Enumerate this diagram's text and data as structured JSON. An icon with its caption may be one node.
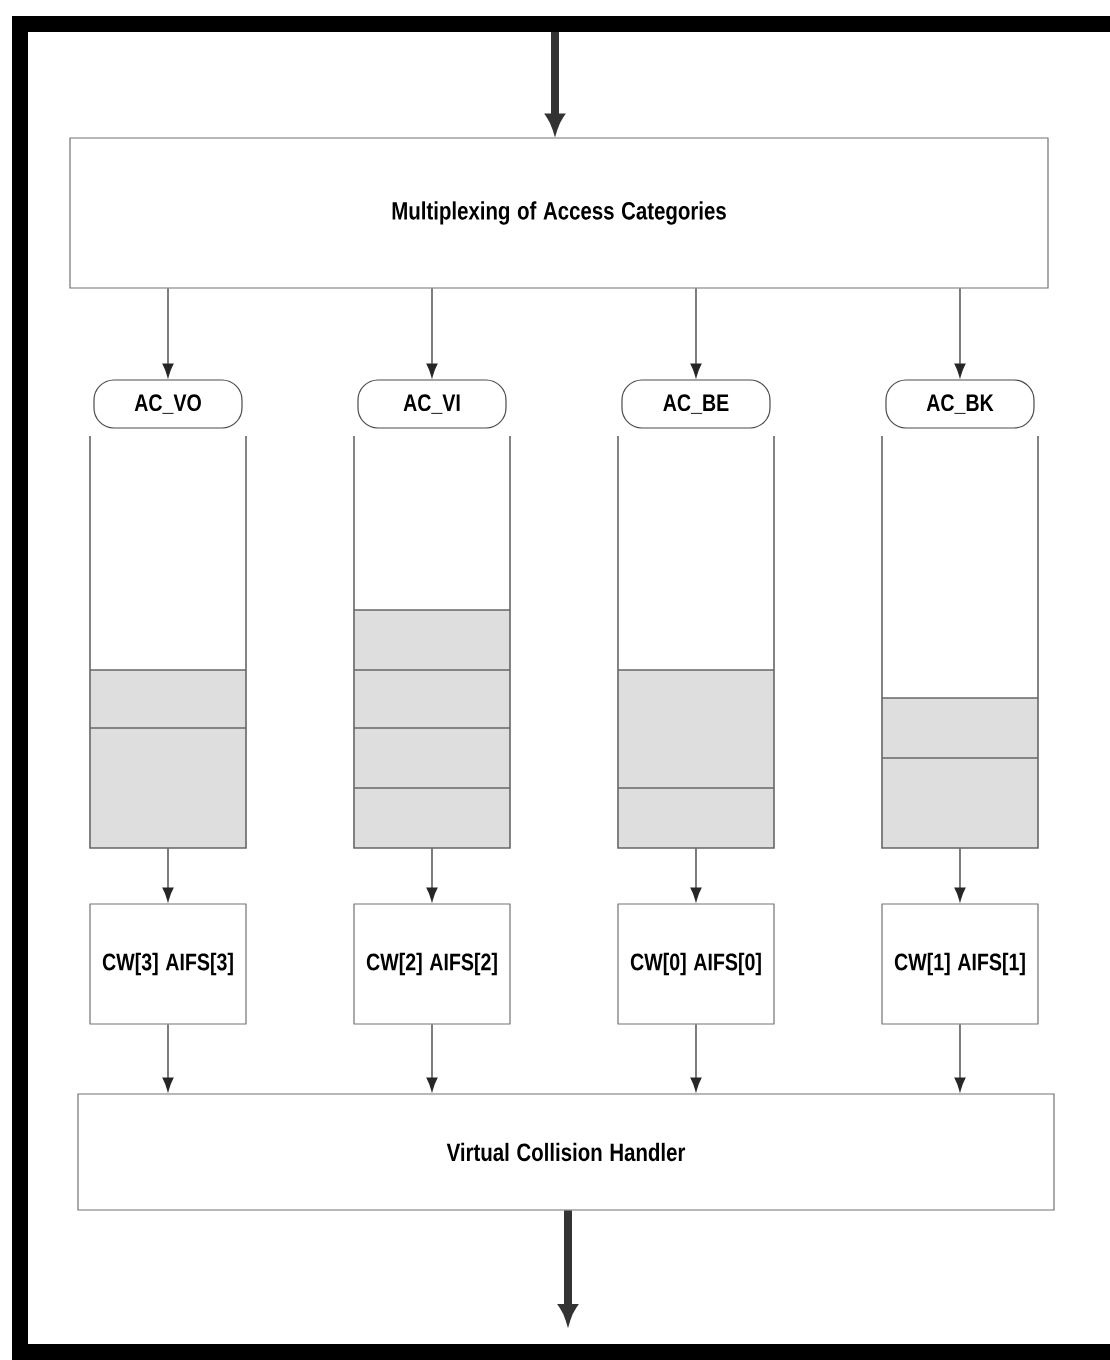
{
  "diagram": {
    "nodes": [
      {
        "text": [
          "Multiplexing of Access Categories"
        ]
      },
      {
        "text": [
          "AC_VO"
        ]
      },
      {
        "text": [
          "AC_VI"
        ]
      },
      {
        "text": [
          "AC_BE"
        ]
      },
      {
        "text": [
          "AC_BK"
        ]
      },
      {
        "text": [],
        "shape": "box"
      },
      {
        "text": [],
        "shape": "box"
      },
      {
        "text": [],
        "shape": "box"
      },
      {
        "text": [],
        "shape": "box"
      },
      {
        "text": [
          "CW[3] AIFS[3]"
        ]
      },
      {
        "text": [
          "CW[2] AIFS[2]"
        ]
      },
      {
        "text": [
          "CW[0] AIFS[0]"
        ]
      },
      {
        "text": [
          "CW[1] AIFS[1]"
        ]
      },
      {
        "text": [
          "Virtual Collision Handler"
        ]
      }
    ],
    "edges": [
      {
        "from": null,
        "to": 0,
        "arrow": "to",
        "style": "thick"
      },
      {
        "from": 0,
        "to": 1,
        "arrow": "to"
      },
      {
        "from": 0,
        "to": 2,
        "arrow": "to"
      },
      {
        "from": 0,
        "to": 3,
        "arrow": "to"
      },
      {
        "from": 0,
        "to": 4,
        "arrow": "to"
      },
      {
        "from": 5,
        "to": 9,
        "arrow": "to"
      },
      {
        "from": 6,
        "to": 10,
        "arrow": "to"
      },
      {
        "from": 7,
        "to": 11,
        "arrow": "to"
      },
      {
        "from": 8,
        "to": 12,
        "arrow": "to"
      },
      {
        "from": 9,
        "to": 13,
        "arrow": "to"
      },
      {
        "from": 10,
        "to": 13,
        "arrow": "to"
      },
      {
        "from": 11,
        "to": 13,
        "arrow": "to"
      },
      {
        "from": 12,
        "to": 13,
        "arrow": "to"
      },
      {
        "from": 13,
        "to": null,
        "arrow": "to",
        "style": "thick"
      }
    ]
  }
}
